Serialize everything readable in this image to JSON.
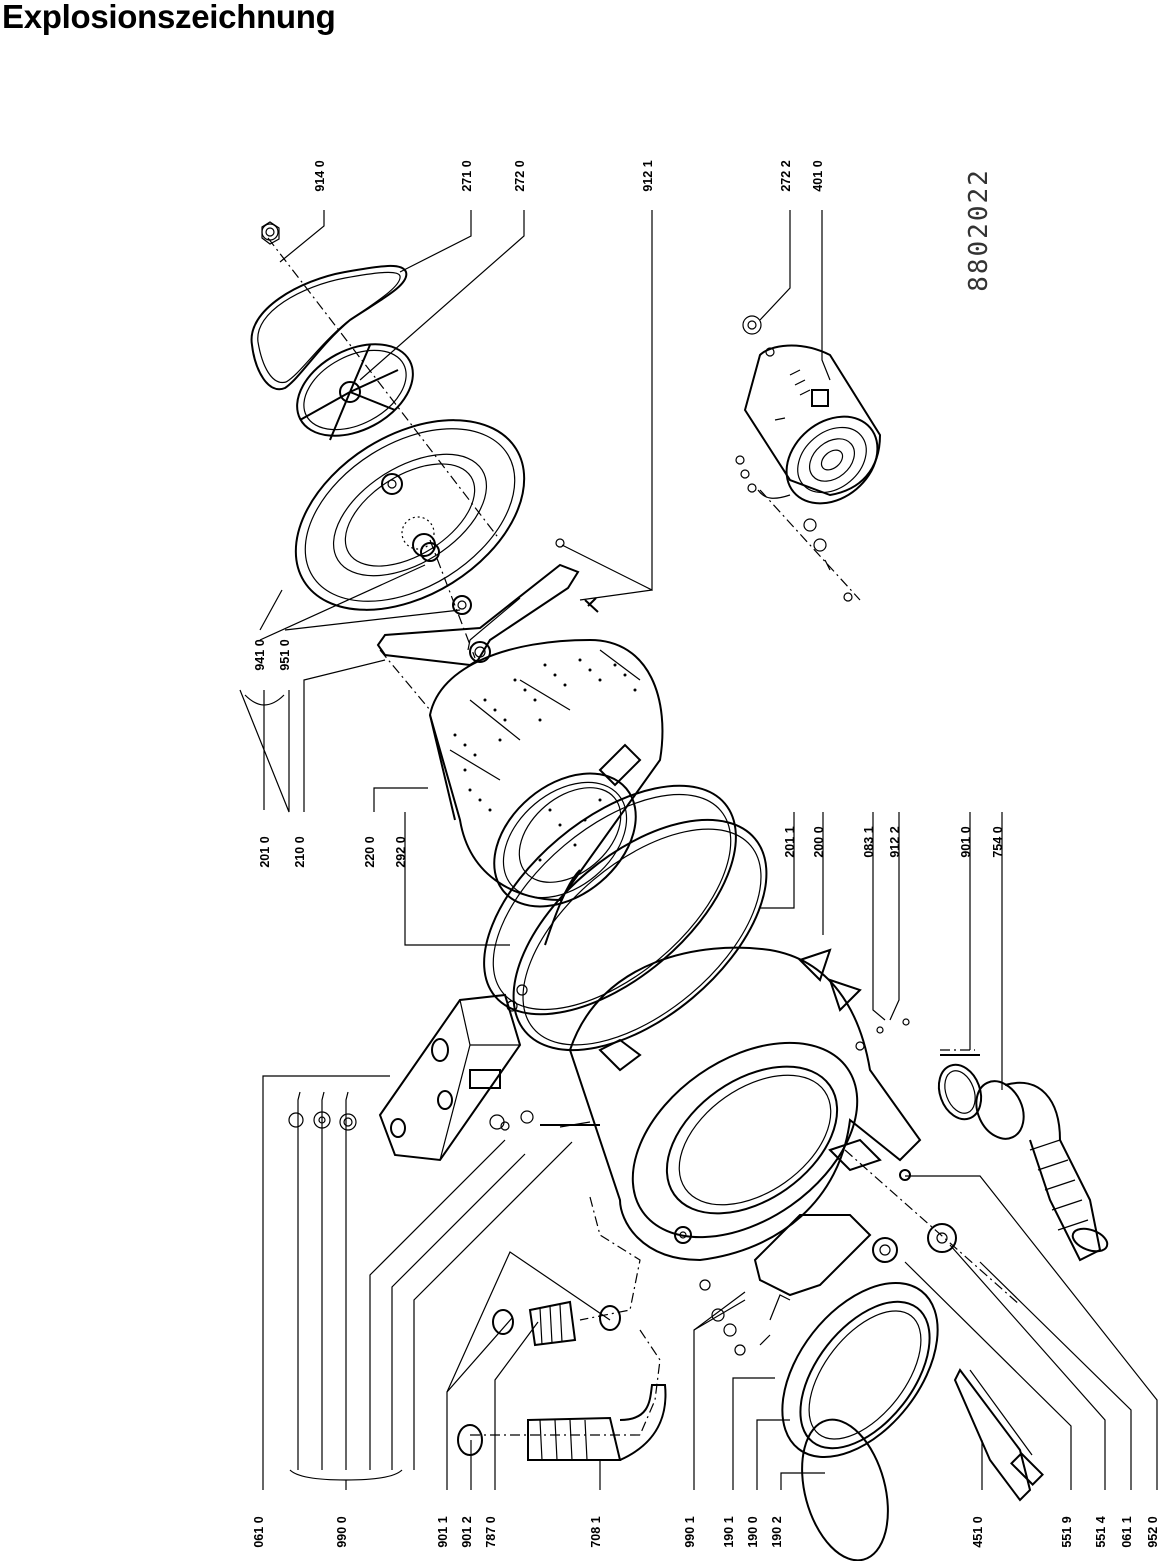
{
  "page": {
    "title": "Explosionszeichnung",
    "drawing_number": "8802022"
  },
  "labels": {
    "p0610": "061 0",
    "p9900": "990 0",
    "p9011": "901 1",
    "p9012": "901 2",
    "p7870": "787 0",
    "p7081": "708 1",
    "p9901": "990 1",
    "p1901": "190 1",
    "p1900": "190 0",
    "p1902": "190 2",
    "p4510": "451 0",
    "p5519": "551 9",
    "p5514": "551 4",
    "p0611": "061 1",
    "p9520": "952 0",
    "p2010": "201 0",
    "p2100": "210 0",
    "p2200": "220 0",
    "p2920": "292 0",
    "p9410": "941 0",
    "p9510": "951 0",
    "p2011": "201 1",
    "p2000": "200 0",
    "p0831": "083 1",
    "p9122": "912 2",
    "p9010": "901 0",
    "p7540": "754 0",
    "p9140": "914 0",
    "p2710": "271 0",
    "p2720": "272 0",
    "p9121": "912 1",
    "p2722": "272 2",
    "p4010": "401 0"
  },
  "colors": {
    "ink": "#000000",
    "paper": "#ffffff",
    "drawing_number": "#333333"
  }
}
